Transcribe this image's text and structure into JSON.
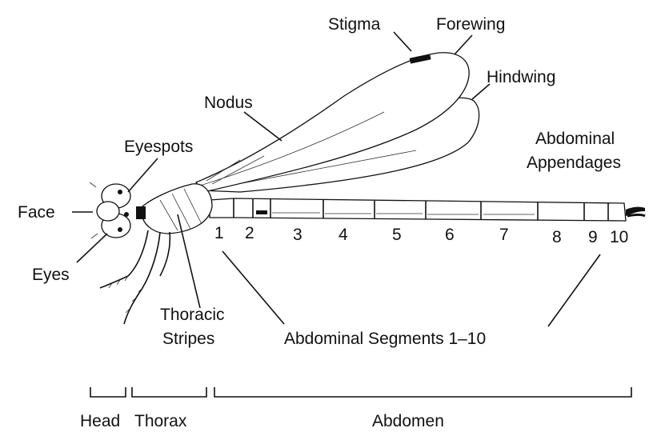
{
  "labels": {
    "stigma": "Stigma",
    "forewing": "Forewing",
    "hindwing": "Hindwing",
    "nodus": "Nodus",
    "eyespots": "Eyespots",
    "abdominal_appendages_line1": "Abdominal",
    "abdominal_appendages_line2": "Appendages",
    "face": "Face",
    "eyes": "Eyes",
    "thoracic_stripes_line1": "Thoracic",
    "thoracic_stripes_line2": "Stripes",
    "abdominal_segments": "Abdominal Segments 1–10"
  },
  "segment_numbers": [
    "1",
    "2",
    "3",
    "4",
    "5",
    "6",
    "7",
    "8",
    "9",
    "10"
  ],
  "body_regions": {
    "head": "Head",
    "thorax": "Thorax",
    "abdomen": "Abdomen"
  }
}
